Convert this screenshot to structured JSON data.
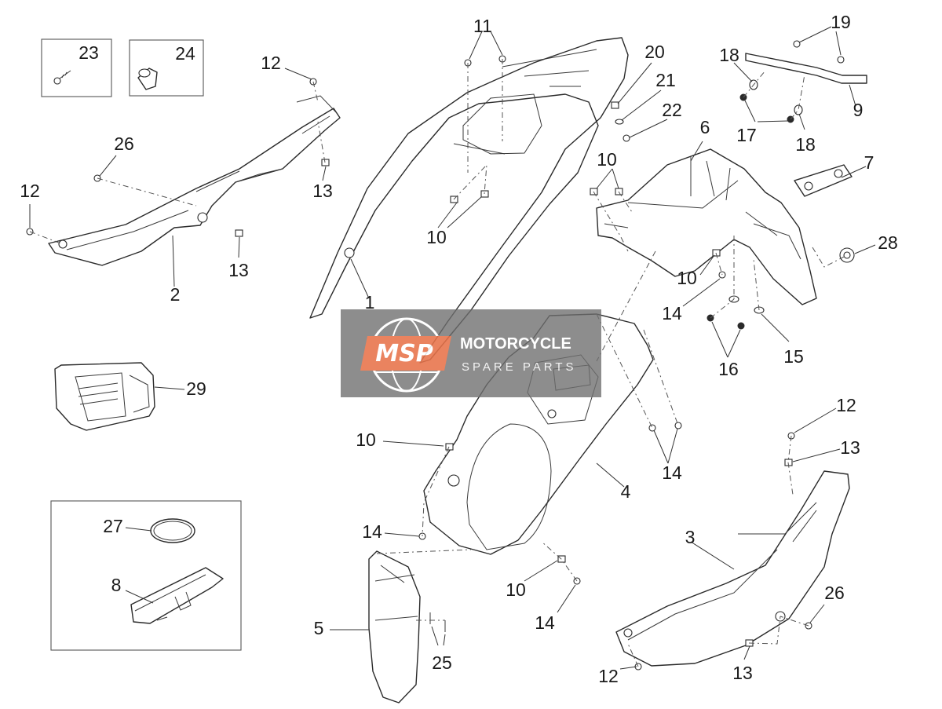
{
  "callouts": {
    "p1": "1",
    "p2": "2",
    "p3": "3",
    "p4": "4",
    "p5": "5",
    "p6": "6",
    "p7": "7",
    "p8": "8",
    "p9": "9",
    "p10a": "10",
    "p10b": "10",
    "p10c": "10",
    "p10d": "10",
    "p10e": "10",
    "p11": "11",
    "p12a": "12",
    "p12b": "12",
    "p12c": "12",
    "p12d": "12",
    "p13a": "13",
    "p13b": "13",
    "p13c": "13",
    "p13d": "13",
    "p14a": "14",
    "p14b": "14",
    "p14c": "14",
    "p14d": "14",
    "p15": "15",
    "p16": "16",
    "p17": "17",
    "p18a": "18",
    "p18b": "18",
    "p19": "19",
    "p20": "20",
    "p21": "21",
    "p22": "22",
    "p23": "23",
    "p24": "24",
    "p25": "25",
    "p26a": "26",
    "p26b": "26",
    "p27": "27",
    "p28": "28",
    "p29": "29"
  },
  "watermark": {
    "logo": "MSP",
    "title": "MOTORCYCLE",
    "subtitle": "SPARE PARTS"
  },
  "colors": {
    "background": "#ffffff",
    "line": "#2a2a2a",
    "watermark_box": "#6f6f6f",
    "watermark_logo": "#e8734a"
  }
}
